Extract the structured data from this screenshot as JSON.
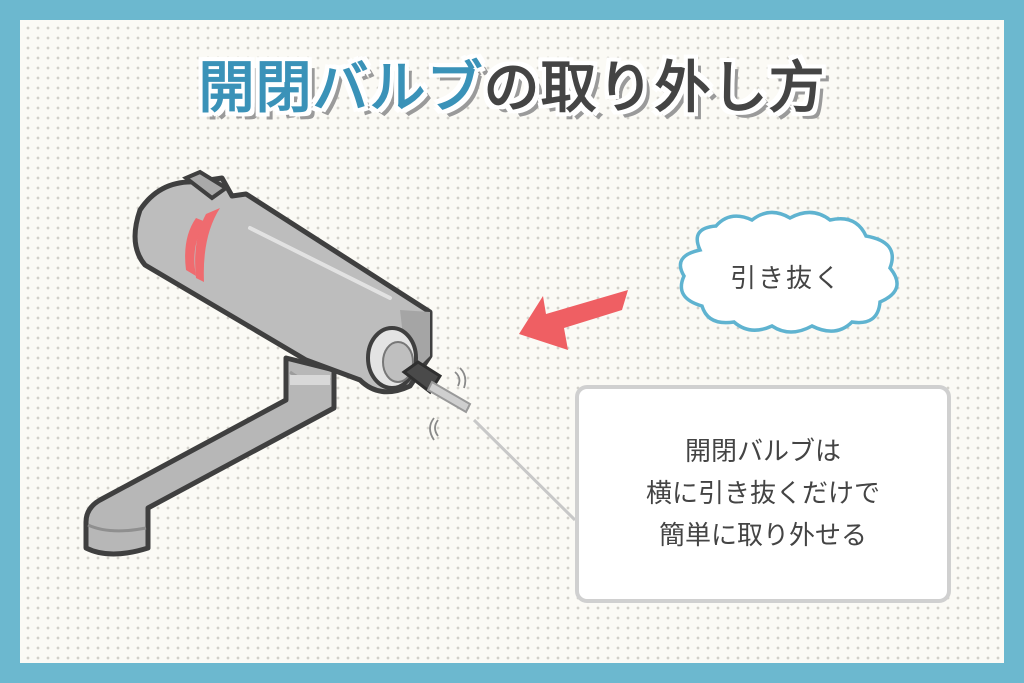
{
  "title": {
    "accent": "開閉バルブ",
    "rest": "の取り外し方",
    "accent_color": "#3a92b8",
    "rest_color": "#444444"
  },
  "cloud": {
    "label": "引き抜く",
    "border_color": "#5fb3d0"
  },
  "arrow": {
    "color": "#ef5f63",
    "direction": "down-left"
  },
  "note": {
    "lines": [
      "開閉バルブは",
      "横に引き抜くだけで",
      "簡単に取り外せる"
    ]
  },
  "frame": {
    "border_color": "#6cb8cf",
    "background_color": "#fbfaf5"
  },
  "illustration": {
    "subject": "wall-mounted faucet with removable valve cartridge",
    "accent_ring_color": "#ef6b6f"
  }
}
